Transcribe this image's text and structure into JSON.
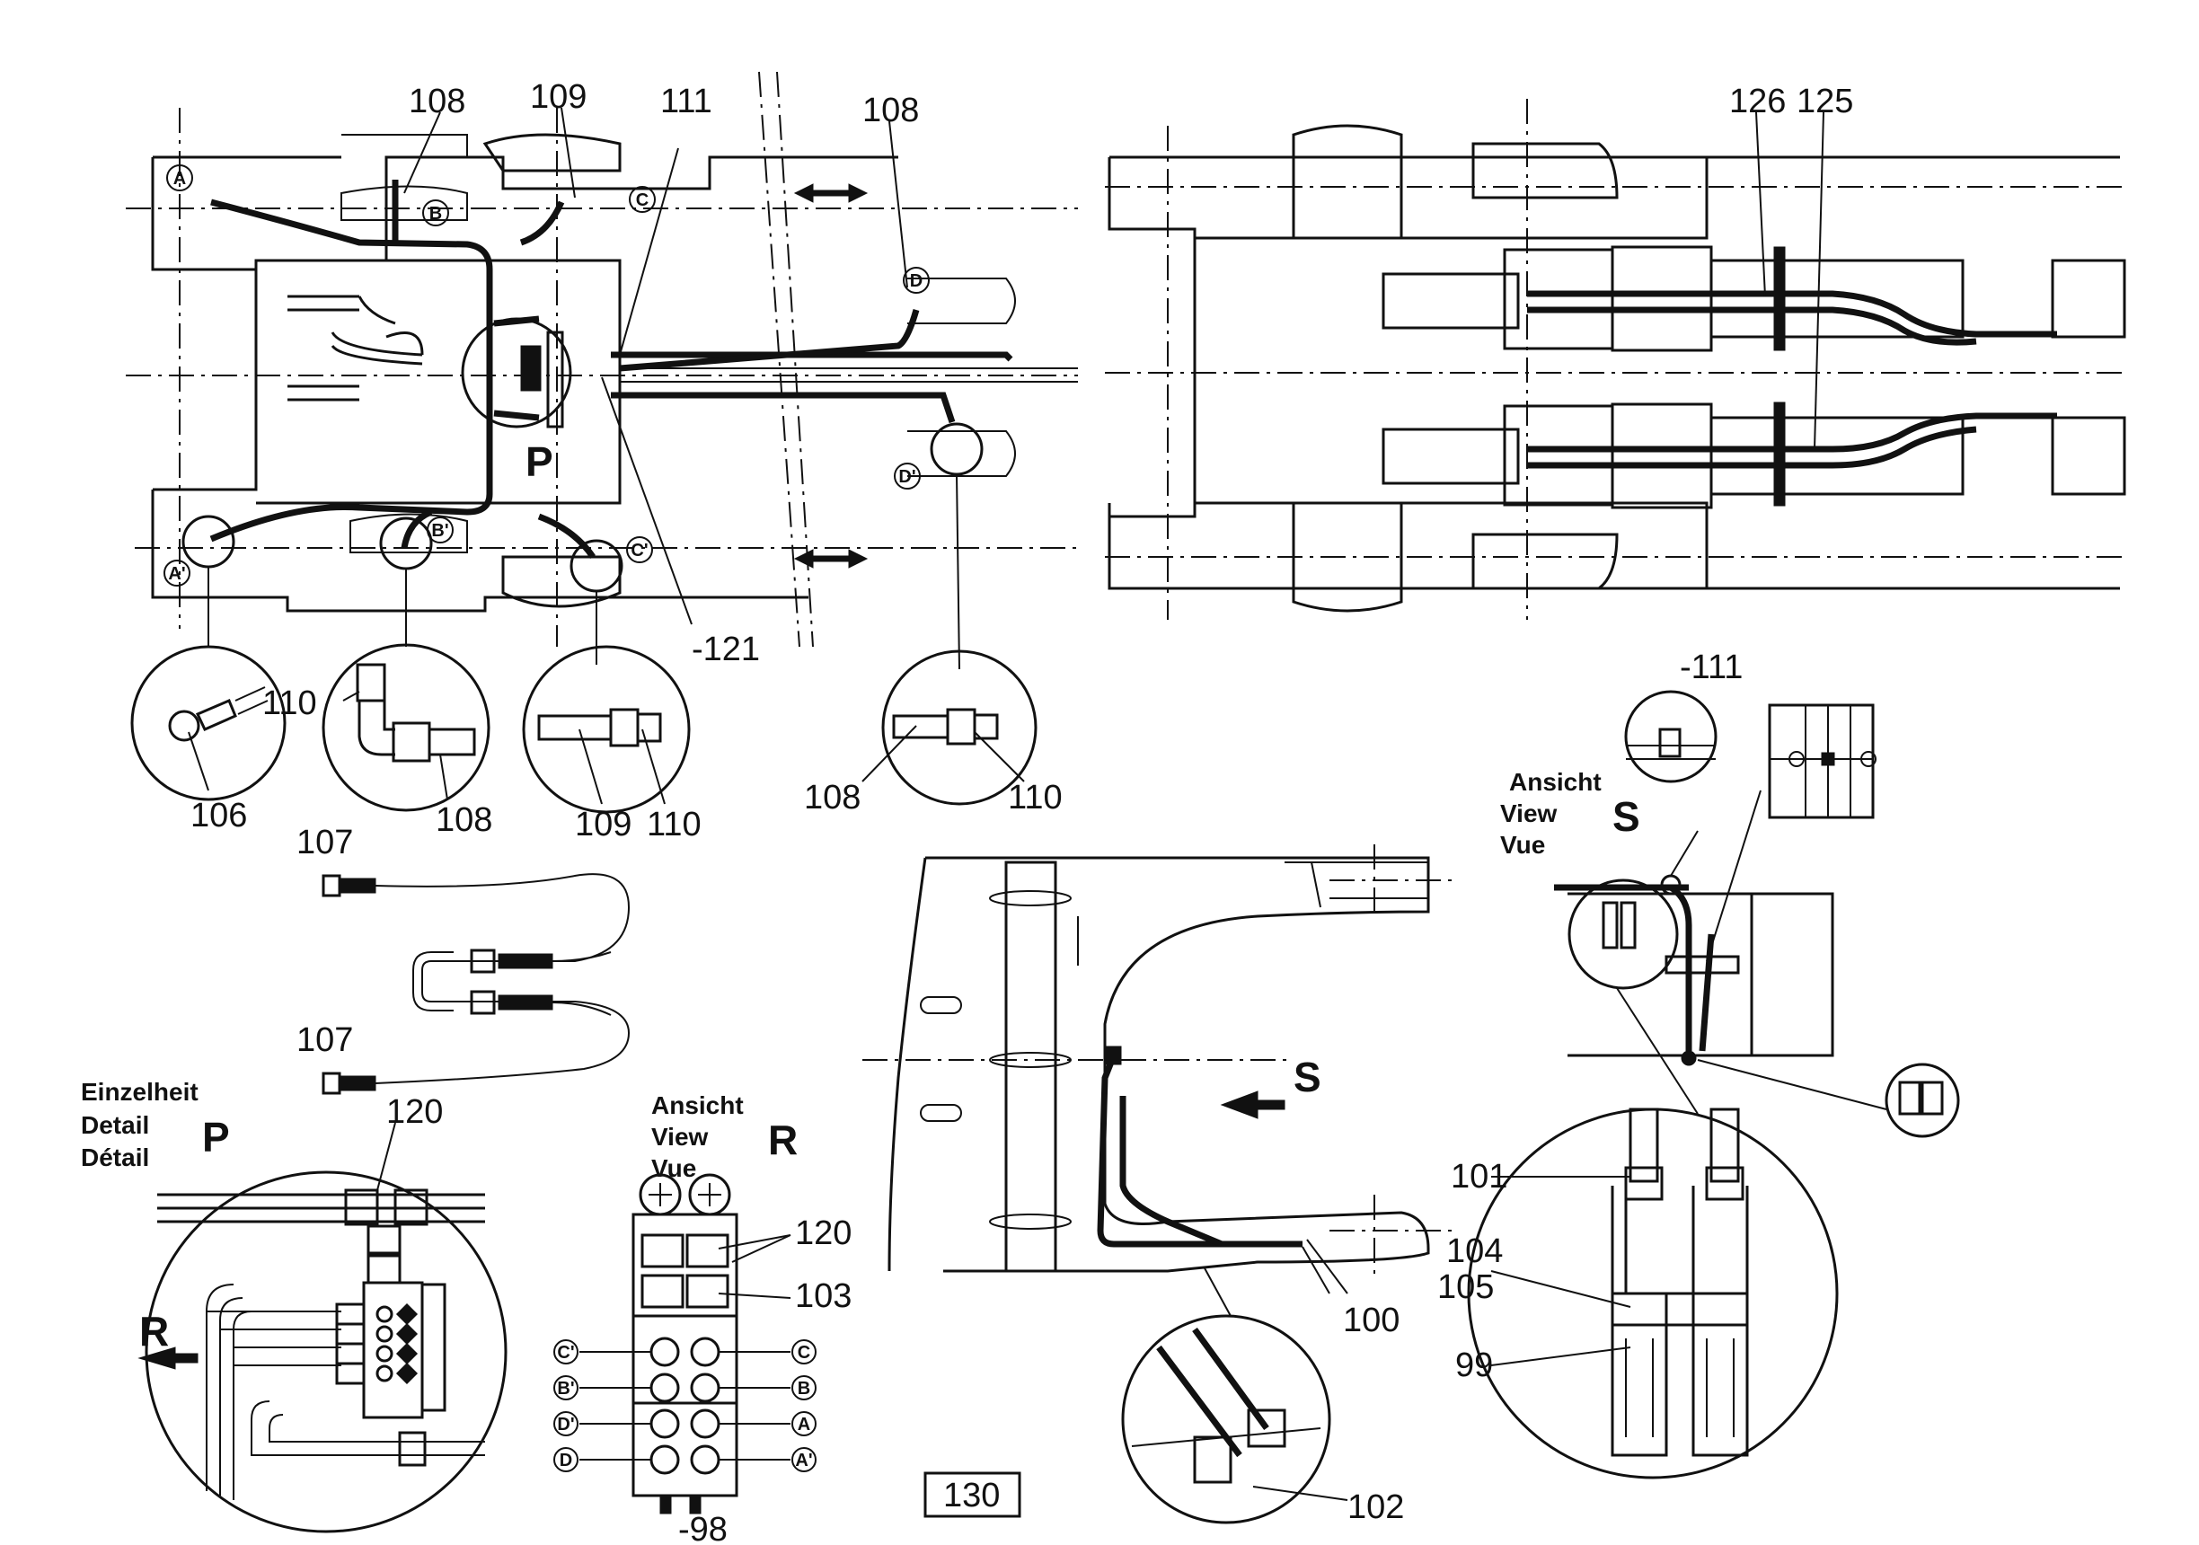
{
  "part_labels": {
    "p108_top_left": "108",
    "p109_top": "109",
    "p111_top": "111",
    "p108_top_mid": "108",
    "p126": "126",
    "p125": "125",
    "p121": "-121",
    "p106": "106",
    "p110_a": "110",
    "p108_b": "108",
    "p109_b": "109",
    "p110_b": "110",
    "p108_c": "108",
    "p110_c": "110",
    "p107_a": "107",
    "p107_b": "107",
    "p120_a": "120",
    "p120_b": "120",
    "p103": "103",
    "p98": "-98",
    "p111_b": "-111",
    "p101": "101",
    "p104": "104",
    "p105": "105",
    "p99": "99",
    "p100": "100",
    "p102": "102"
  },
  "view_letters": {
    "detail_p_main": "P",
    "detail_p": "P",
    "view_r": "R",
    "arrow_r": "R",
    "view_s": "S",
    "arrow_s": "S"
  },
  "captions": {
    "detail_de": "Einzelheit",
    "detail_en": "Detail",
    "detail_fr": "Détail",
    "view_r_de": "Ansicht",
    "view_r_en": "View",
    "view_r_fr": "Vue",
    "view_s_de": "Ansicht",
    "view_s_en": "View",
    "view_s_fr": "Vue"
  },
  "port_markers": {
    "A": "A",
    "A_prime": "A'",
    "B": "B",
    "B_prime": "B'",
    "C": "C",
    "C_prime": "C'",
    "D": "D",
    "D_prime": "D'"
  },
  "page_number": "130"
}
